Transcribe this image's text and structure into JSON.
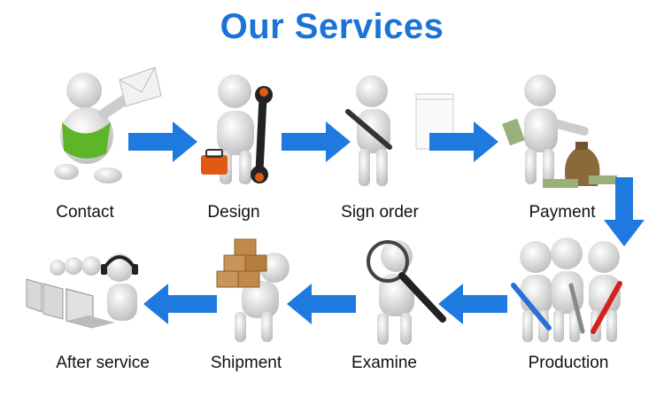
{
  "title": "Our Services",
  "steps": [
    {
      "label": "Contact",
      "icon": "envelope-icon"
    },
    {
      "label": "Design",
      "icon": "wrench-icon"
    },
    {
      "label": "Sign order",
      "icon": "pen-icon"
    },
    {
      "label": "Payment",
      "icon": "money-bag-icon"
    },
    {
      "label": "Production",
      "icon": "tools-icon"
    },
    {
      "label": "Examine",
      "icon": "magnifier-icon"
    },
    {
      "label": "Shipment",
      "icon": "boxes-icon"
    },
    {
      "label": "After service",
      "icon": "headset-icon"
    }
  ],
  "colors": {
    "accent": "#1a73d6",
    "arrow": "#1f7ae0",
    "figure": "#e6e6e6"
  }
}
